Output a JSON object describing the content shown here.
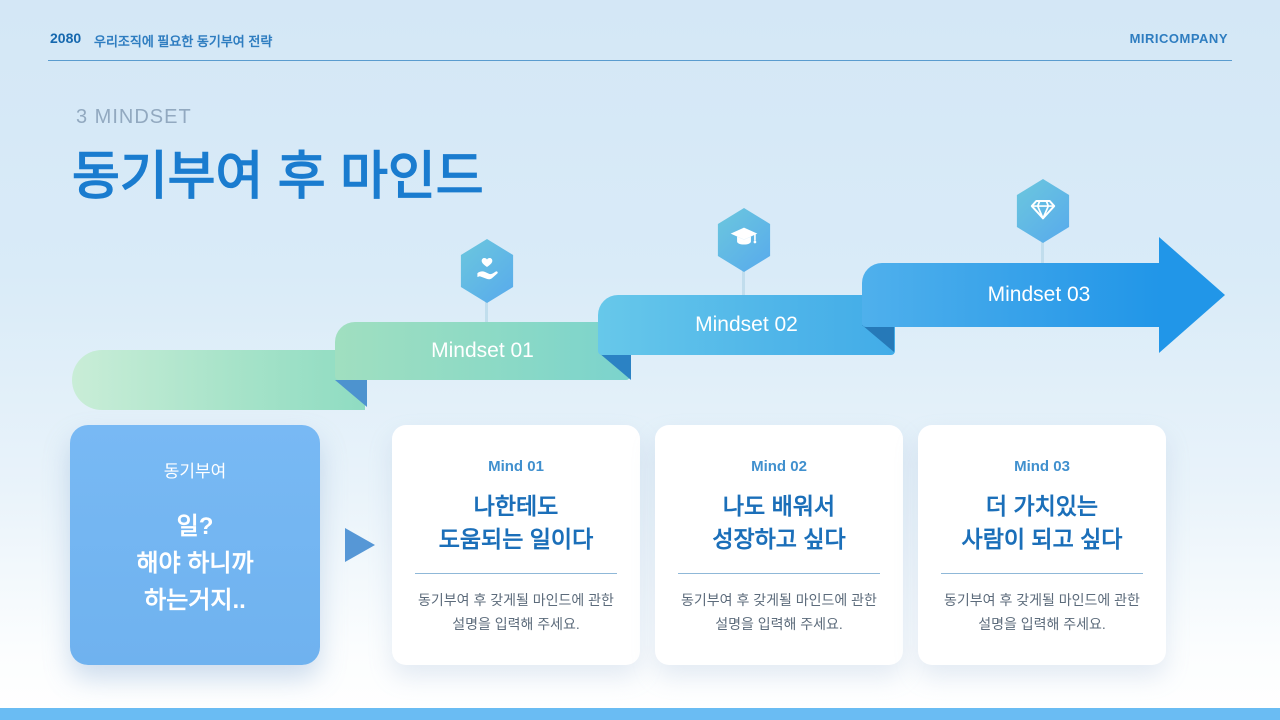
{
  "slide": {
    "header": {
      "code": "2080",
      "topic": "우리조직에 필요한 동기부여 전략",
      "company": "MIRICOMPANY"
    },
    "title": {
      "eyebrow": "3 MINDSET",
      "heading": "동기부여 후 마인드"
    },
    "mindset_banners": [
      {
        "label": "Mindset 01",
        "icon": "hand-heart-icon"
      },
      {
        "label": "Mindset 02",
        "icon": "graduation-cap-icon"
      },
      {
        "label": "Mindset 03",
        "icon": "diamond-icon"
      }
    ],
    "before_card": {
      "label": "동기부여",
      "quote_line1": "일?",
      "quote_line2": "해야 하니까",
      "quote_line3": "하는거지.."
    },
    "mind_cards": [
      {
        "label": "Mind 01",
        "title_line1": "나한테도",
        "title_line2": "도움되는 일이다",
        "desc_line1": "동기부여 후 갖게될 마인드에 관한",
        "desc_line2": "설명을 입력해 주세요."
      },
      {
        "label": "Mind 02",
        "title_line1": "나도 배워서",
        "title_line2": "성장하고 싶다",
        "desc_line1": "동기부여 후 갖게될 마인드에 관한",
        "desc_line2": "설명을 입력해 주세요."
      },
      {
        "label": "Mind 03",
        "title_line1": "더 가치있는",
        "title_line2": "사람이 되고 싶다",
        "desc_line1": "동기부여 후 갖게될 마인드에 관한",
        "desc_line2": "설명을 입력해 주세요."
      }
    ],
    "colors": {
      "title_blue": "#1a7ccf",
      "banner1_gradient": [
        "#a0dfc0",
        "#7bd3cd"
      ],
      "banner2_gradient": [
        "#67c8ea",
        "#42ace8"
      ],
      "banner3_gradient": [
        "#4fb0ec",
        "#2196e8"
      ],
      "before_card_blue": "#74b6f2",
      "bottom_bar_blue": "#6abcf3"
    }
  }
}
